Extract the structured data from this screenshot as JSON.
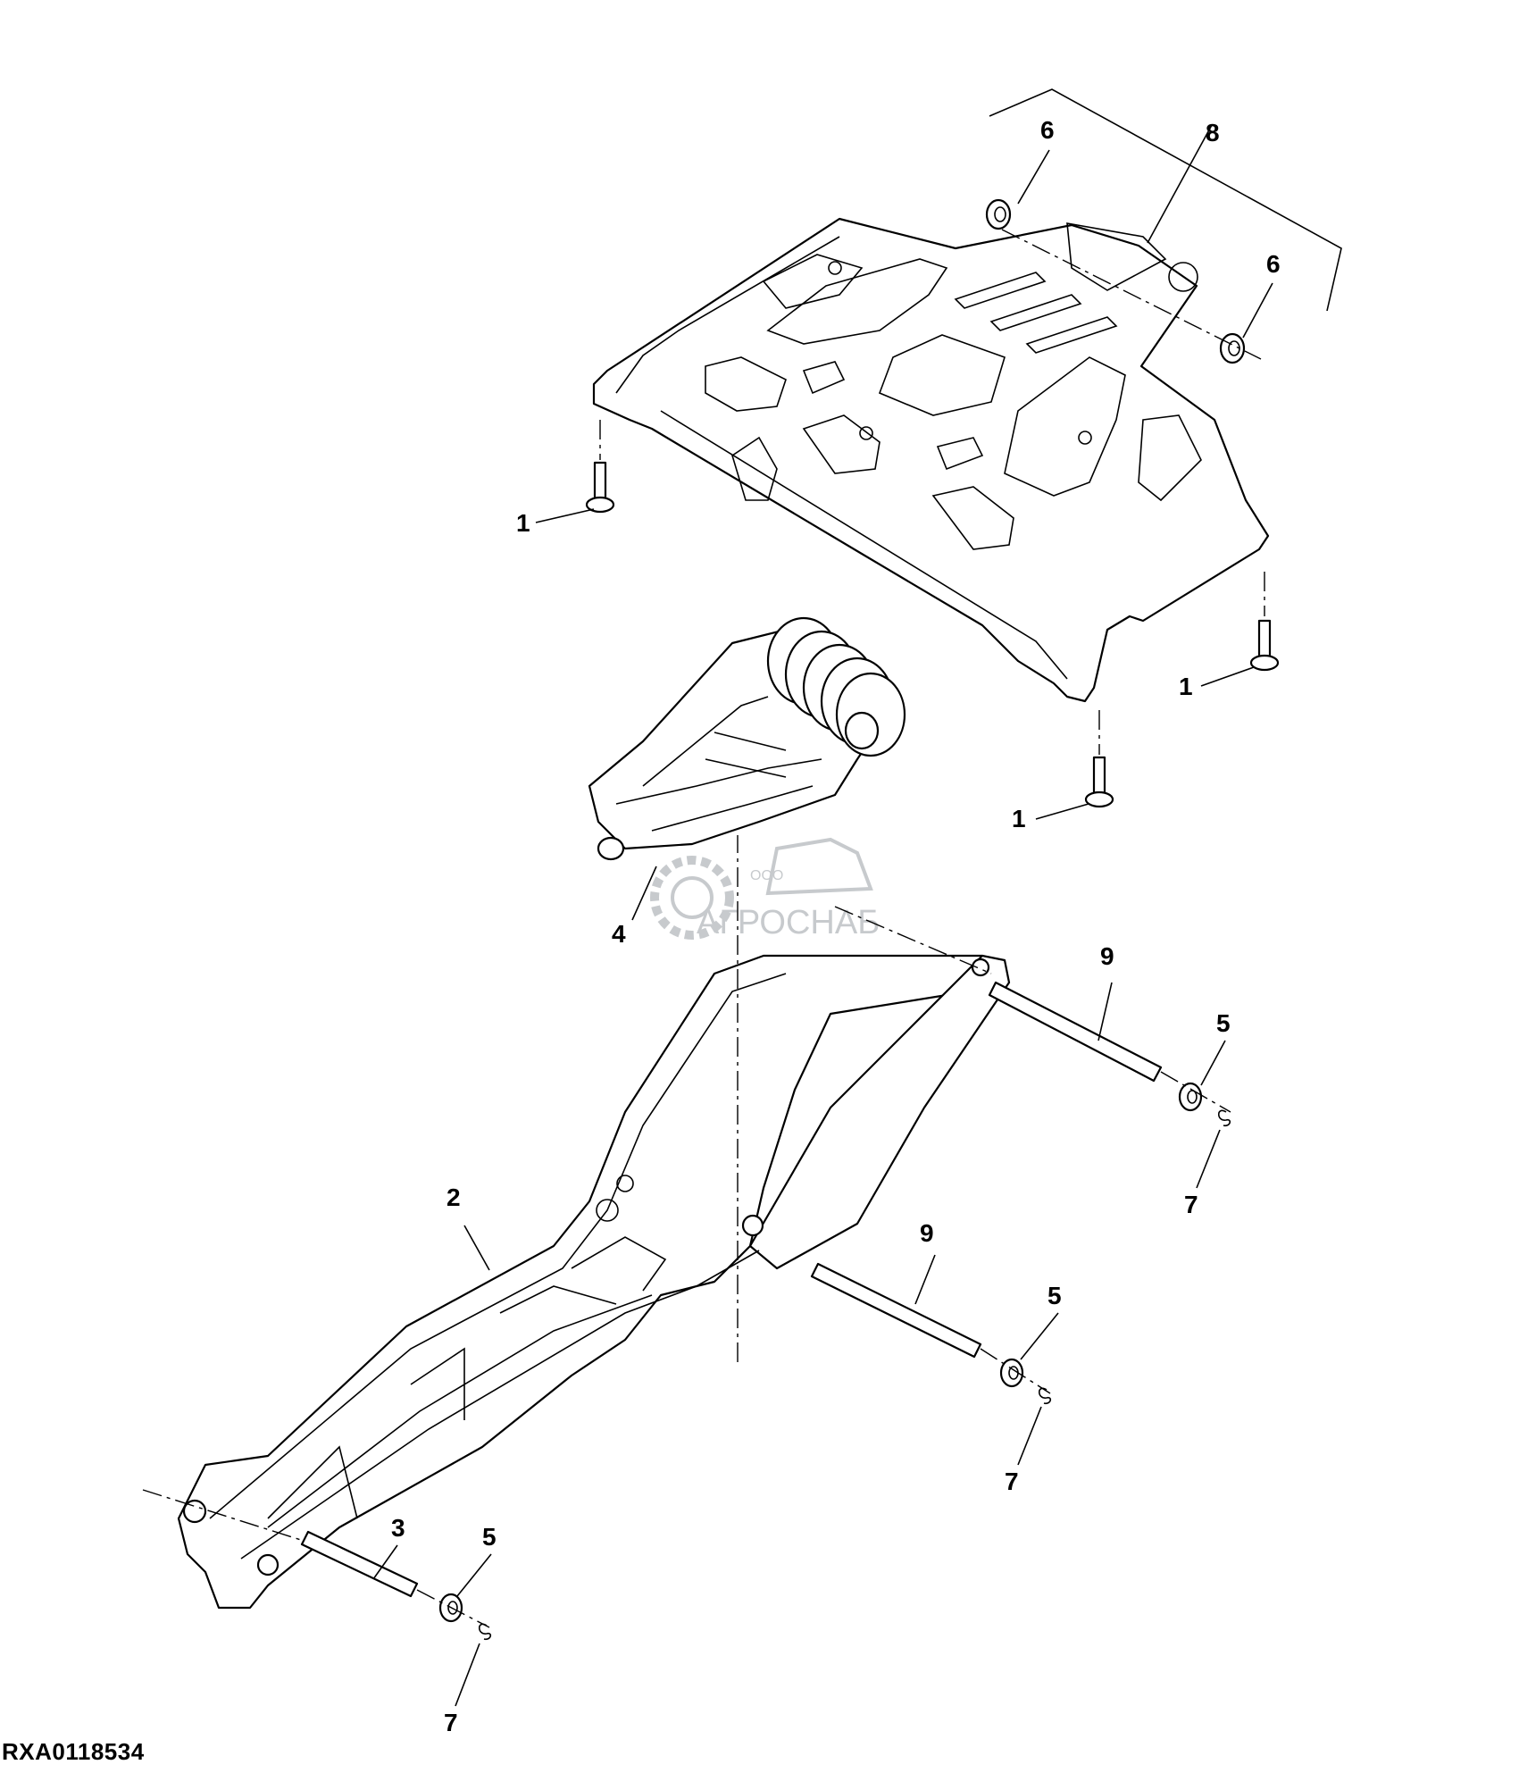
{
  "figure": {
    "reference_code": "RXA0118534",
    "watermark": {
      "small_text": "ООО",
      "brand_text": "АГРОСНАБ"
    }
  },
  "callouts": {
    "c1a": "1",
    "c1b": "1",
    "c1c": "1",
    "c2": "2",
    "c3": "3",
    "c4": "4",
    "c5a": "5",
    "c5b": "5",
    "c5c": "5",
    "c6a": "6",
    "c6b": "6",
    "c7a": "7",
    "c7b": "7",
    "c7c": "7",
    "c8": "8",
    "c9a": "9",
    "c9b": "9"
  }
}
